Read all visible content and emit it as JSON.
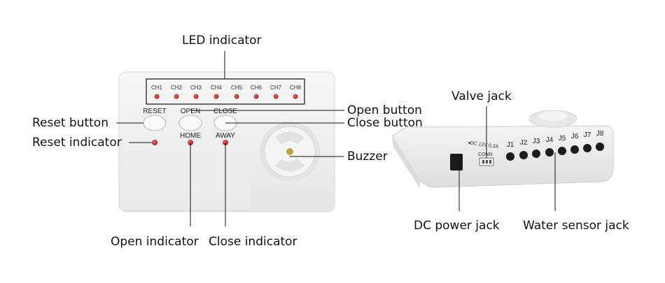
{
  "labels": {
    "led_indicator": "LED indicator",
    "reset_button": "Reset button",
    "reset_indicator": "Reset indicator",
    "open_button": "Open button",
    "close_button": "Close button",
    "buzzer": "Buzzer",
    "open_indicator": "Open indicator",
    "close_indicator": "Close indicator",
    "valve_jack": "Valve jack",
    "dc_power_jack": "DC power jack",
    "water_sensor_jack": "Water sensor jack"
  },
  "front_panel": {
    "channels": [
      "CH1",
      "CH2",
      "CH3",
      "CH4",
      "CH5",
      "CH6",
      "CH7",
      "CH8"
    ],
    "button_top_labels": [
      "RESET",
      "OPEN",
      "CLOSE"
    ],
    "button_bottom_labels": [
      "HOME",
      "AWAY"
    ]
  },
  "side_panel": {
    "power_label": "◂DC 12V 0.2A",
    "conn_label": "CONN",
    "jacks": [
      "J1",
      "J2",
      "J3",
      "J4",
      "J5",
      "J6",
      "J7",
      "J8"
    ]
  },
  "colors": {
    "led_red": "#c0392b",
    "device_white": "#f3f3f3"
  }
}
